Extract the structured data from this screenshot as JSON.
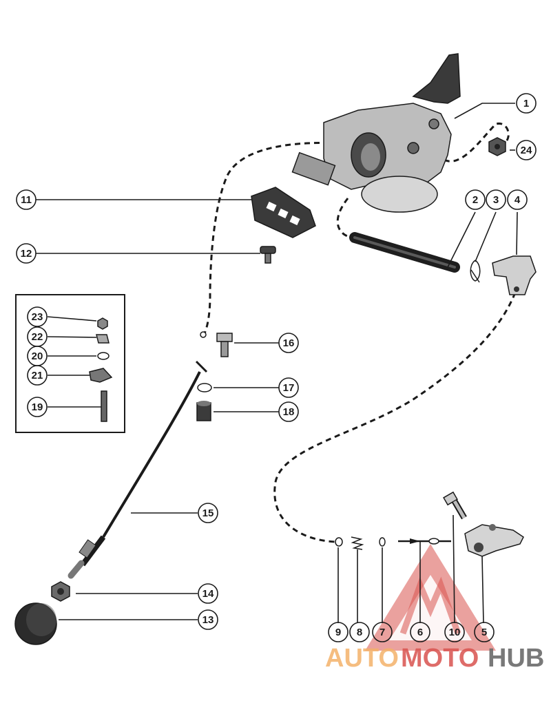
{
  "callouts": {
    "c1": "1",
    "c2": "2",
    "c3": "3",
    "c4": "4",
    "c5": "5",
    "c6": "6",
    "c7": "7",
    "c8": "8",
    "c9": "9",
    "c10": "10",
    "c11": "11",
    "c12": "12",
    "c13": "13",
    "c14": "14",
    "c15": "15",
    "c16": "16",
    "c17": "17",
    "c18": "18",
    "c19": "19",
    "c20": "20",
    "c21": "21",
    "c22": "22",
    "c23": "23",
    "c24": "24"
  },
  "watermark": {
    "auto": "AUTO",
    "moto": "MOTO",
    "hub": "HUB",
    "colors": {
      "red": "#d9534f",
      "orange": "#f4b26a",
      "gray": "#6b6b6b"
    }
  }
}
